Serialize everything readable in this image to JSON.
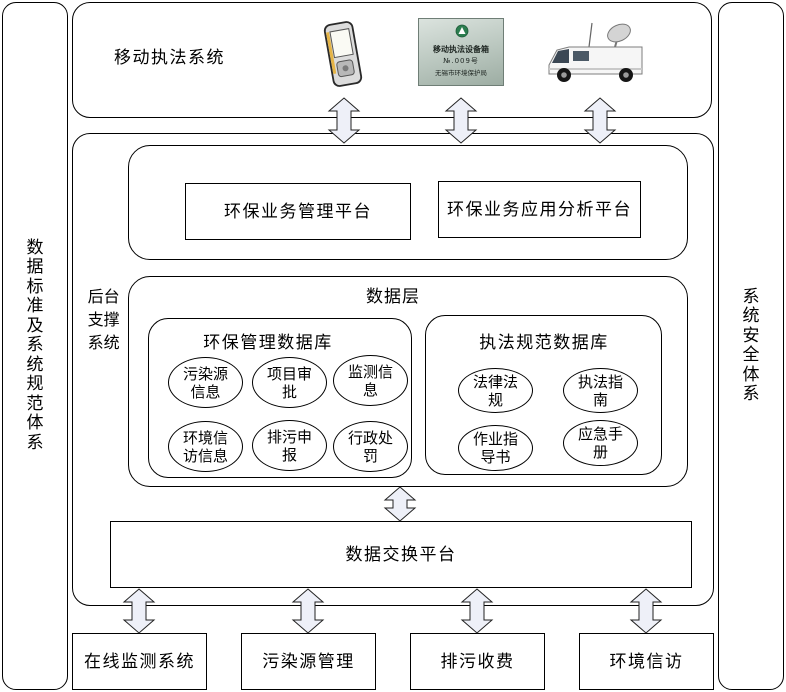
{
  "colors": {
    "line": "#000000",
    "background": "#ffffff",
    "arrow_fill": "#eef0f8",
    "plate": "#b9c6be",
    "emblem": "#2b7d4f"
  },
  "standards_panel": {
    "label": "数据标准及系统规范体系"
  },
  "security_panel": {
    "label": "系统安全体系"
  },
  "mobile_enforcement": {
    "title": "移动执法系统",
    "equipment_plate": {
      "title": "移动执法设备箱",
      "number": "№.009号",
      "issuer": "无锡市环境保护局"
    }
  },
  "backend": {
    "label": "后台支撑系统",
    "platforms": [
      "环保业务管理平台",
      "环保业务应用分析平台"
    ],
    "data_layer": {
      "title": "数据层",
      "databases": [
        {
          "title": "环保管理数据库",
          "items": [
            "污染源信息",
            "项目审批",
            "监测信息",
            "环境信访信息",
            "排污申报",
            "行政处罚"
          ]
        },
        {
          "title": "执法规范数据库",
          "items": [
            "法律法规",
            "执法指南",
            "作业指导书",
            "应急手册"
          ]
        }
      ]
    },
    "exchange_platform": "数据交换平台"
  },
  "subsystems": [
    "在线监测系统",
    "污染源管理",
    "排污收费",
    "环境信访"
  ]
}
